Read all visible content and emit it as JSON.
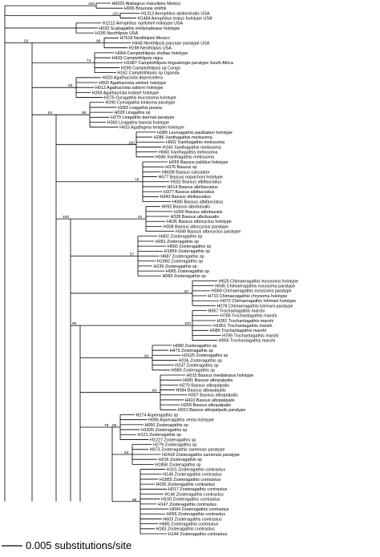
{
  "scale": {
    "label": "0.005 substitutions/site"
  },
  "groups": [
    {
      "tips": [
        "H6020 Alabagrus maculipes Mexico",
        "H906 Braunsia smithii"
      ],
      "support": "100"
    },
    {
      "tips": [
        "H1313 Aerophilus abdominalis USA",
        "H1484 Aerophilus malus holotype USA"
      ],
      "support": "100"
    },
    {
      "tips": [
        "H1212 Aerophilus rayfisheri holotype USA",
        "H033 Scabagathis emilynadeaue holotype",
        "H195 Neothlipsis USA"
      ],
      "support": ""
    },
    {
      "tips": [
        "H7618 Neothlipsis Mexico",
        "H448 Neothlipsis parysae paratype USA",
        "H198 Neothlipsis USA"
      ],
      "support": "99"
    },
    {
      "tips": [
        "H064 Camptothlipsis shollae holotype",
        "H433 Camptothlipsis nigra",
        "H1887 Camptothlipsis lingualongis paratype South Africa",
        "H299 Camptothlipsis sp Congo",
        "H162 Camptothlipsis sp Uganda"
      ],
      "support": "74"
    },
    {
      "tips": [
        "H020 Agathacrista depressifera",
        "H502 Agathacrista winlorii holotype",
        "H013 Agathacrista sallorni holotype",
        "H268 Agathacrista kratael holotype",
        "H275 Gyragathis leucosoma holotype"
      ],
      "support": "93"
    },
    {
      "tips": [
        "H290 Cymagathis kinkoma paratype",
        "H283 Liragathis javana",
        "H028 Liragathis sp",
        "H279 Liragathis darmaii paratype",
        "H360 Liragathis baonai holotype",
        "H415 Agathigma templei holotype"
      ],
      "support": "95"
    },
    {
      "tips": [
        "H389 Leuroagathis paulbakeri holotype",
        "H286 Xanthagathis melissoma",
        "H662 Xanthagathis melissoma",
        "H145 Xanthagathis melissoma",
        "H060 Xanthagathis melissoma",
        "H046 Xanthagathis melissoma"
      ],
      "support": "100"
    },
    {
      "tips": [
        "H055 Bassus pallidus holotype",
        "H376 Bassus sp",
        "H8008 Bassus calculator",
        "H577 Bassus nopachoni holotype",
        "H032 Bassus albifasciatus",
        "H014 Bassus albifasciatus",
        "H377 Bassus albifasciatus",
        "H343 Bassus albifasciatus",
        "H085 Bassus albifasciatus"
      ],
      "support": "78"
    },
    {
      "tips": [
        "H092 Bassus albobasalis",
        "H300 Bassus albobasalis",
        "H328 Bassus albobasalis",
        "H636 Bassus albocyclus holotype",
        "H308 Bassus albocyclus paratype",
        "H349 Bassus albocyclus paratype"
      ],
      "support": "61"
    },
    {
      "tips": [
        "H492 Zosteragathis sp",
        "H091 Zosteragathis sp",
        "H560 Zosteragathis sp",
        "H1859 Zosteragathis sp",
        "H687 Zosteragathis sp",
        "H1960 Zosteragathis sp",
        "H239 Zosteragathis sp",
        "H065 Zosteragathis sp",
        "H083 Zosteragathis sp"
      ],
      "support": "57"
    },
    {
      "tips": [
        "H625 Chimaeragathis eurysoma holotype",
        "H045 Chimaeragathis eurysoma paratype",
        "H069 Chimaeragathis eurysoma paratype",
        "H710 Chimaeragathis chrysoma holotype",
        "H072 Chimaeragathis lohmani holotype",
        "H078 Chimaeragathis lohmani paratype"
      ],
      "support": "97"
    },
    {
      "tips": [
        "H067 Trochantagathis marshi",
        "H785 Trochantagathis marshi",
        "H281 Trochantagathis marshi",
        "H1851 Trochantagathis marshi",
        "H089 Trochantagathis marshi",
        "H799 Trochantagathis marshi",
        "H955 Trochantagathis marshi"
      ],
      "support": "100"
    },
    {
      "tips": [
        "H080 Zosteragathis sp",
        "H473 Zosteragathis sp",
        "H1625 Zosteragathis sp",
        "H236 Zosteragathis sp",
        "H237 Zosteragathis sp",
        "H989 Zosteragathis sp"
      ],
      "support": "64"
    },
    {
      "tips": [
        "H015 Bassus mediatratus holotype",
        "H081 Bassus albopalpalis",
        "H270 Bassus albopalpalis",
        "H084 Bassus albopalpalis",
        "H307 Bassus albopalpalis",
        "H410 Bassus albopalpalis",
        "H269 Bassus albopalpalis",
        "H021 Bassus albopalpalis paratype"
      ],
      "support": "84"
    },
    {
      "tips": [
        "H274 Asperagathis sp",
        "H095 Asperagathis vesta holotype",
        "H650 Zosteragathis sp",
        "H1836 Zosteragathis sp",
        "H121 Zosteragathis sp",
        "H1227 Zosteragathis sp"
      ],
      "support": "55"
    },
    {
      "tips": [
        "H279 Zosteragathis sp",
        "H973 Zosteragathis samensis paratype",
        "H2418 Zosteragathis samensis paratype",
        "H016 Zosteragathis sp",
        "H1858 Zosteragathis sp"
      ],
      "support": "54"
    },
    {
      "tips": [
        "H101 Zosteragathis contrastus",
        "H149 Zosteragathis contrastus",
        "H1855 Zosteragathis contrastus",
        "H035 Zosteragathis contrastus",
        "H017 Zosteragathis contrastus",
        "H146 Zosteragathis contrastus",
        "H100 Zosteragathis contrastus",
        "H147 Zosteragathis contrastus",
        "H094 Zosteragathis contrastus",
        "H056 Zosteragathis contrastus",
        "H603 Zosteragathis contrastus",
        "H685 Zosteragathis contrastus",
        "H183 Zosteragathis contrastus",
        "H144 Zosteragathis contrastus"
      ],
      "support": "69"
    }
  ],
  "backbone_support": [
    "93",
    "81",
    "100",
    "96",
    "78",
    "63"
  ]
}
